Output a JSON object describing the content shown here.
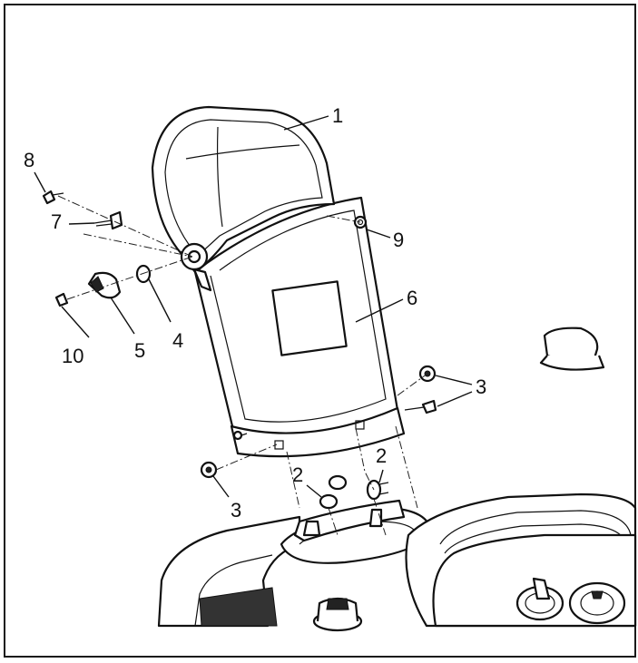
{
  "callouts": [
    {
      "id": "c1",
      "text": "1"
    },
    {
      "id": "c2a",
      "text": "2"
    },
    {
      "id": "c2b",
      "text": "2"
    },
    {
      "id": "c3a",
      "text": "3"
    },
    {
      "id": "c3b",
      "text": "3"
    },
    {
      "id": "c4",
      "text": "4"
    },
    {
      "id": "c5",
      "text": "5"
    },
    {
      "id": "c6",
      "text": "6"
    },
    {
      "id": "c7",
      "text": "7"
    },
    {
      "id": "c8",
      "text": "8"
    },
    {
      "id": "c9",
      "text": "9"
    },
    {
      "id": "c10",
      "text": "10"
    }
  ]
}
